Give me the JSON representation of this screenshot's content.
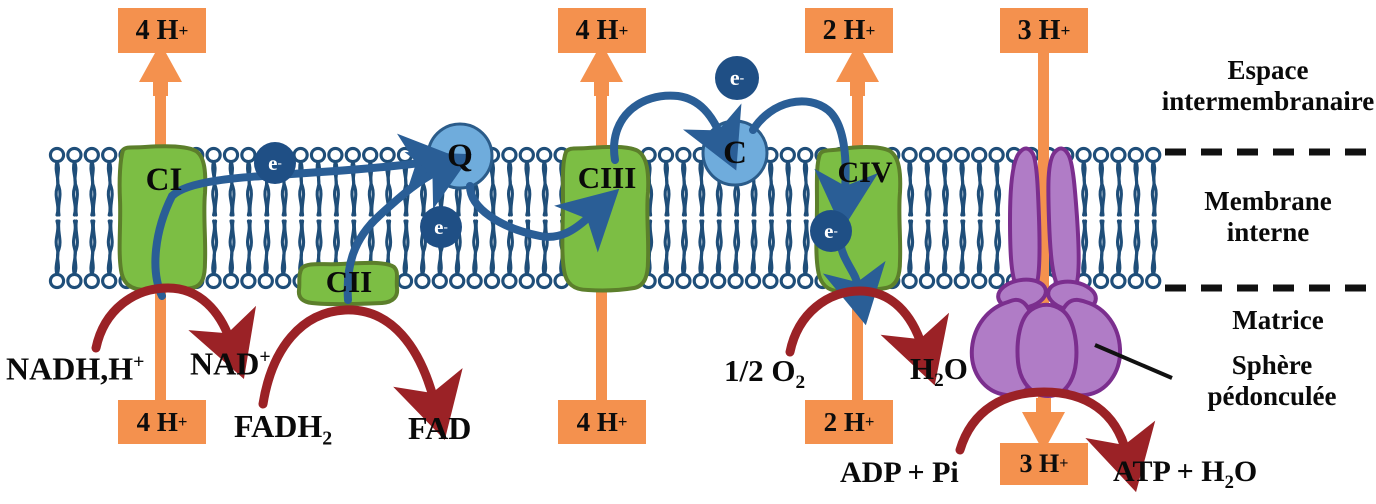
{
  "diagram": {
    "title": "Chaine respiratoire mitochondriale",
    "colors": {
      "proton_box": "#F4914E",
      "complex_green": "#7CBE44",
      "complex_green_outline": "#5C7F2B",
      "carrier_blue": "#6FACDC",
      "carrier_blue_outline": "#2B5C8A",
      "electron_navy": "#1F4F85",
      "atp_synthase_purple": "#B07CC6",
      "atp_synthase_outline": "#7B2E8E",
      "membrane_blue": "#1F4E79",
      "reaction_arrow_red": "#9B2226",
      "label_black": "#0A0A0A"
    }
  },
  "proton_boxes": {
    "ci_top": {
      "count": "4",
      "ion": "H",
      "charge": "+",
      "text": "4 H+"
    },
    "ci_bottom": {
      "count": "4",
      "ion": "H",
      "charge": "+",
      "text": "4 H+"
    },
    "ciii_top": {
      "count": "4",
      "ion": "H",
      "charge": "+",
      "text": "4 H+"
    },
    "ciii_bottom": {
      "count": "4",
      "ion": "H",
      "charge": "+",
      "text": "4 H+"
    },
    "civ_top": {
      "count": "2",
      "ion": "H",
      "charge": "+",
      "text": "2 H+"
    },
    "civ_bottom": {
      "count": "2",
      "ion": "H",
      "charge": "+",
      "text": "2 H+"
    },
    "atpsynthase_top": {
      "count": "3",
      "ion": "H",
      "charge": "+",
      "text": "3 H+"
    },
    "atpsynthase_bottom": {
      "count": "3",
      "ion": "H",
      "charge": "+",
      "text": "3 H+"
    }
  },
  "complexes": {
    "ci": "CI",
    "cii": "CII",
    "ciii": "CIII",
    "civ": "CIV",
    "q": "Q",
    "c": "C"
  },
  "electrons": {
    "e1": "e-",
    "e2": "e-",
    "e3": "e-",
    "e4": "e-",
    "symbol": "e",
    "charge": "-"
  },
  "reactions": {
    "nadh": "NADH,H+",
    "nad": "NAD+",
    "fadh2": "FADH2",
    "fad": "FAD",
    "oxygen": "1/2 O2",
    "water": "H2O",
    "adp_pi": "ADP + Pi",
    "atp_water": "ATP + H2O"
  },
  "compartment_labels": {
    "intermembrane_space_line1": "Espace",
    "intermembrane_space_line2": "intermembranaire",
    "inner_membrane_line1": "Membrane",
    "inner_membrane_line2": "interne",
    "matrix": "Matrice",
    "stalked_sphere_line1": "Sphère",
    "stalked_sphere_line2": "pédonculée"
  }
}
